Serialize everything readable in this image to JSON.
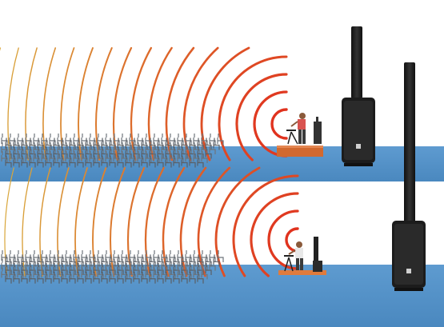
{
  "scene": {
    "description_colors": {
      "background": "#ffffff",
      "floor": "#4e8fc6",
      "wave_near": "#e0321e",
      "wave_far": "#d9a63a",
      "speaker_body": "#222222",
      "stage": "#d2692f",
      "shirt": "#d9534f"
    },
    "panels": [
      {
        "id": "top",
        "label": "elevated-stage"
      },
      {
        "id": "bottom",
        "label": "floor-level"
      }
    ],
    "icons": [
      "column-speaker-icon",
      "audience-chairs-icon",
      "performer-icon",
      "sound-wave-icon"
    ]
  }
}
